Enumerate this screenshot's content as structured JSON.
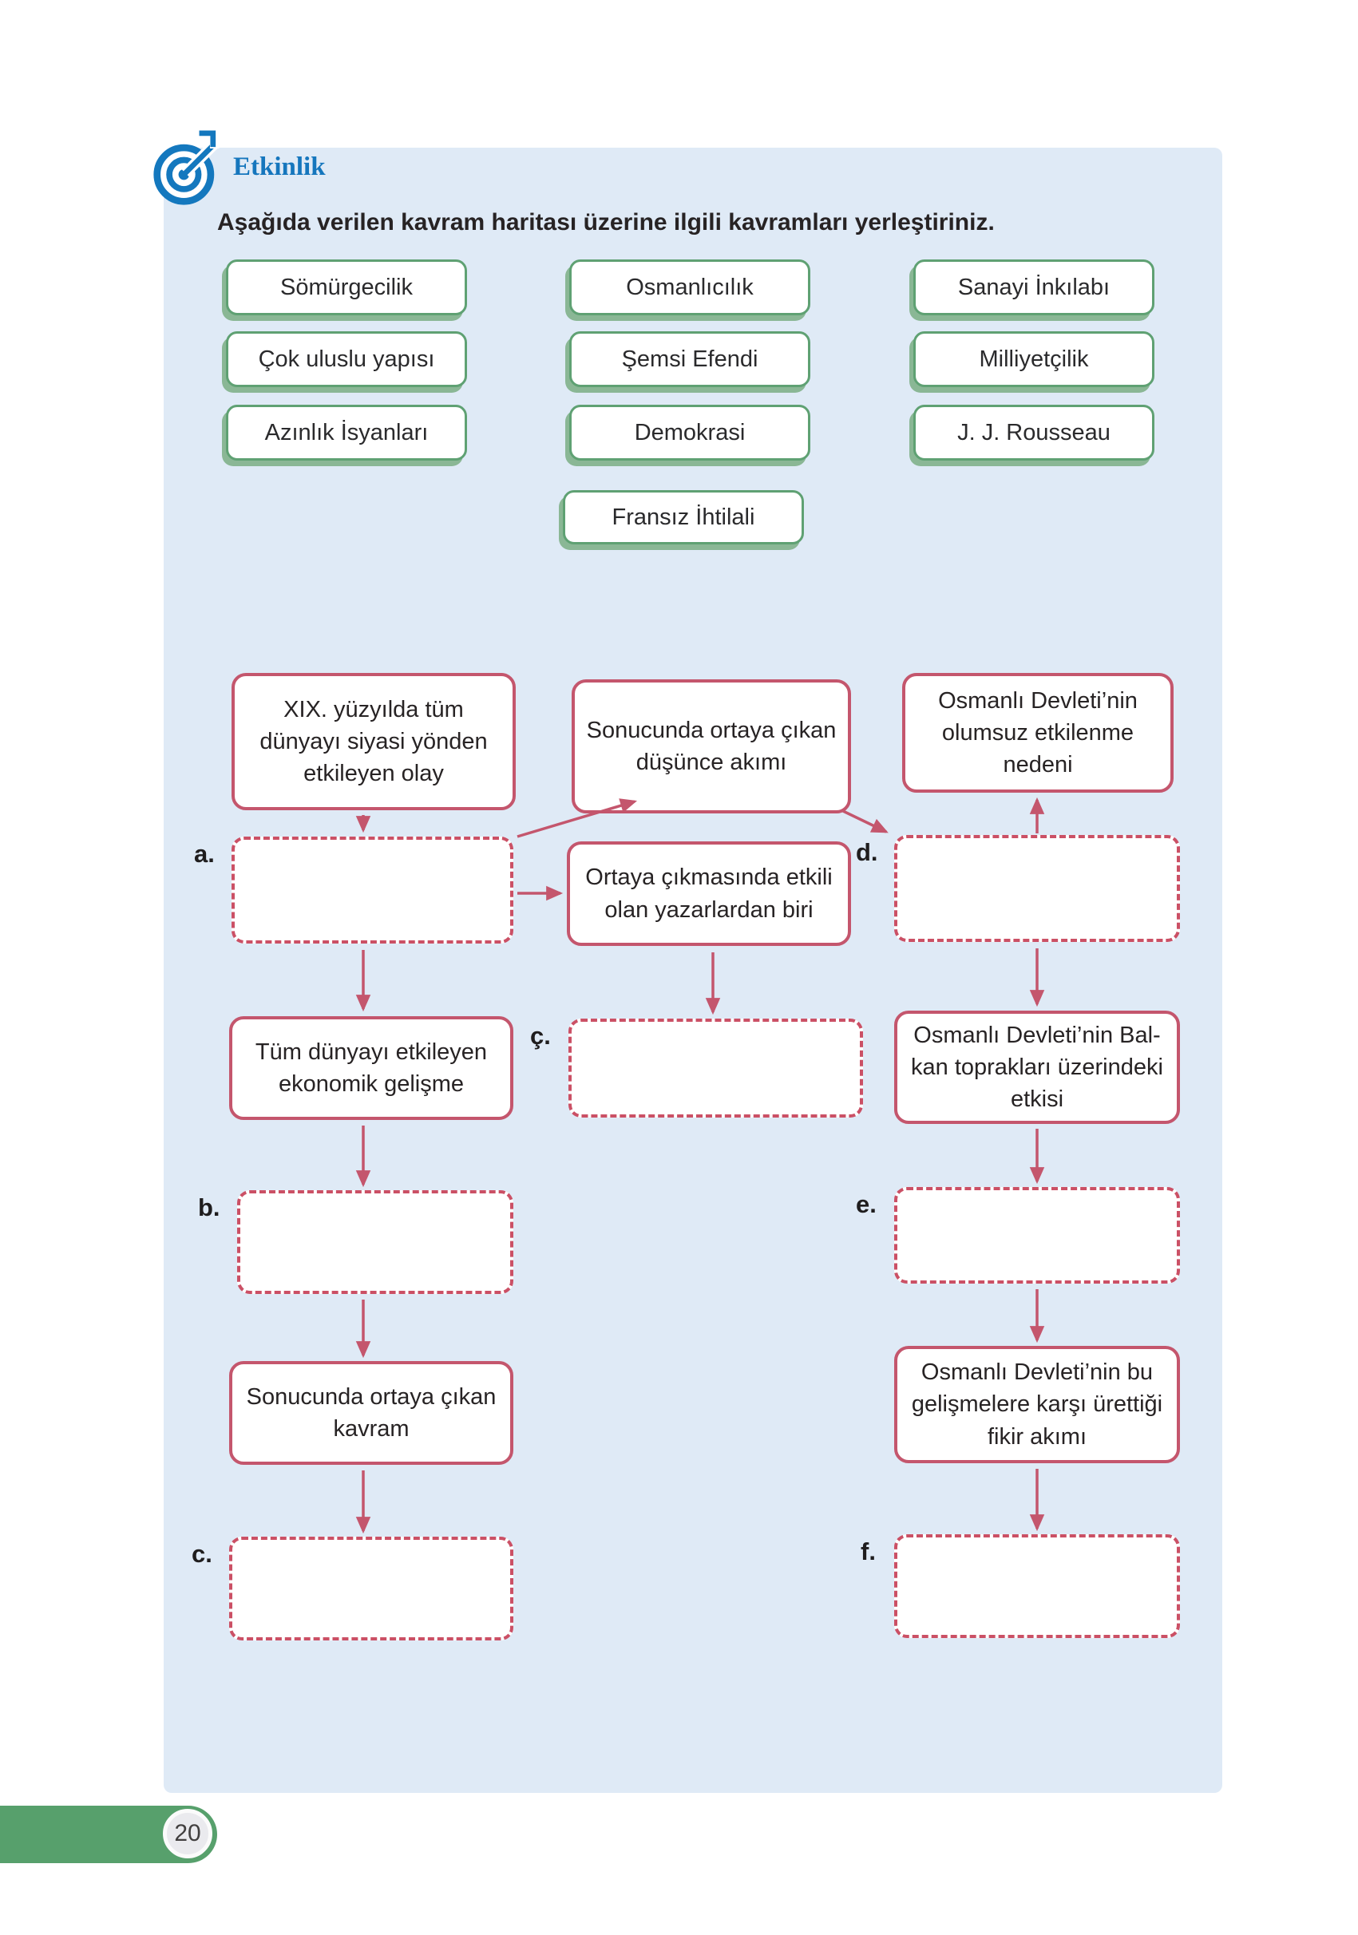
{
  "header": {
    "badge": "Etkinlik",
    "instruction": "Aşağıda verilen kavram haritası üzerine ilgili kavramları yerleştiriniz."
  },
  "icons": {
    "badge": "target-arrow-icon"
  },
  "colors": {
    "panel_bg": "#dfeaf6",
    "chip_green": "#5fa173",
    "chip_shadow_green": "#8ab795",
    "node_red": "#c4566d",
    "blank_dashed_red": "#cb5065",
    "arrow_red": "#c4566d",
    "badge_blue": "#1576bd",
    "footer_green": "#57a06c"
  },
  "concepts": [
    "Sömürgecilik",
    "Osmanlıcılık",
    "Sanayi İnkılabı",
    "Çok uluslu yapısı",
    "Şemsi Efendi",
    "Milliyetçilik",
    "Azınlık İsyanları",
    "Demokrasi",
    "J. J. Rousseau",
    "Fransız İhtilali"
  ],
  "map": {
    "nodes": {
      "event": {
        "text": "XIX. yüzyılda tüm\ndünyayı siyasi yönden\netkileyen olay"
      },
      "thought": {
        "text": "Sonucunda ortaya çıkan\ndüşünce akımı"
      },
      "reason": {
        "text": "Osmanlı Devleti’nin\nolumsuz etkilenme\nnedeni"
      },
      "writer": {
        "text": "Ortaya çıkmasında etkili\nolan yazarlardan biri"
      },
      "economic": {
        "text": "Tüm dünyayı etkileyen\nekonomik gelişme"
      },
      "balkan": {
        "text": "Osmanlı Devleti’nin Bal-\nkan toprakları üzerindeki\netkisi"
      },
      "concept": {
        "text": "Sonucunda ortaya çıkan\nkavram"
      },
      "idea": {
        "text": "Osmanlı Devleti’nin bu\ngelişmelere karşı ürettiği\nfikir akımı"
      }
    },
    "blank_labels": {
      "a": "a.",
      "b": "b.",
      "c": "c.",
      "cc": "ç.",
      "d": "d.",
      "e": "e.",
      "f": "f."
    }
  },
  "page": {
    "number": "20"
  }
}
